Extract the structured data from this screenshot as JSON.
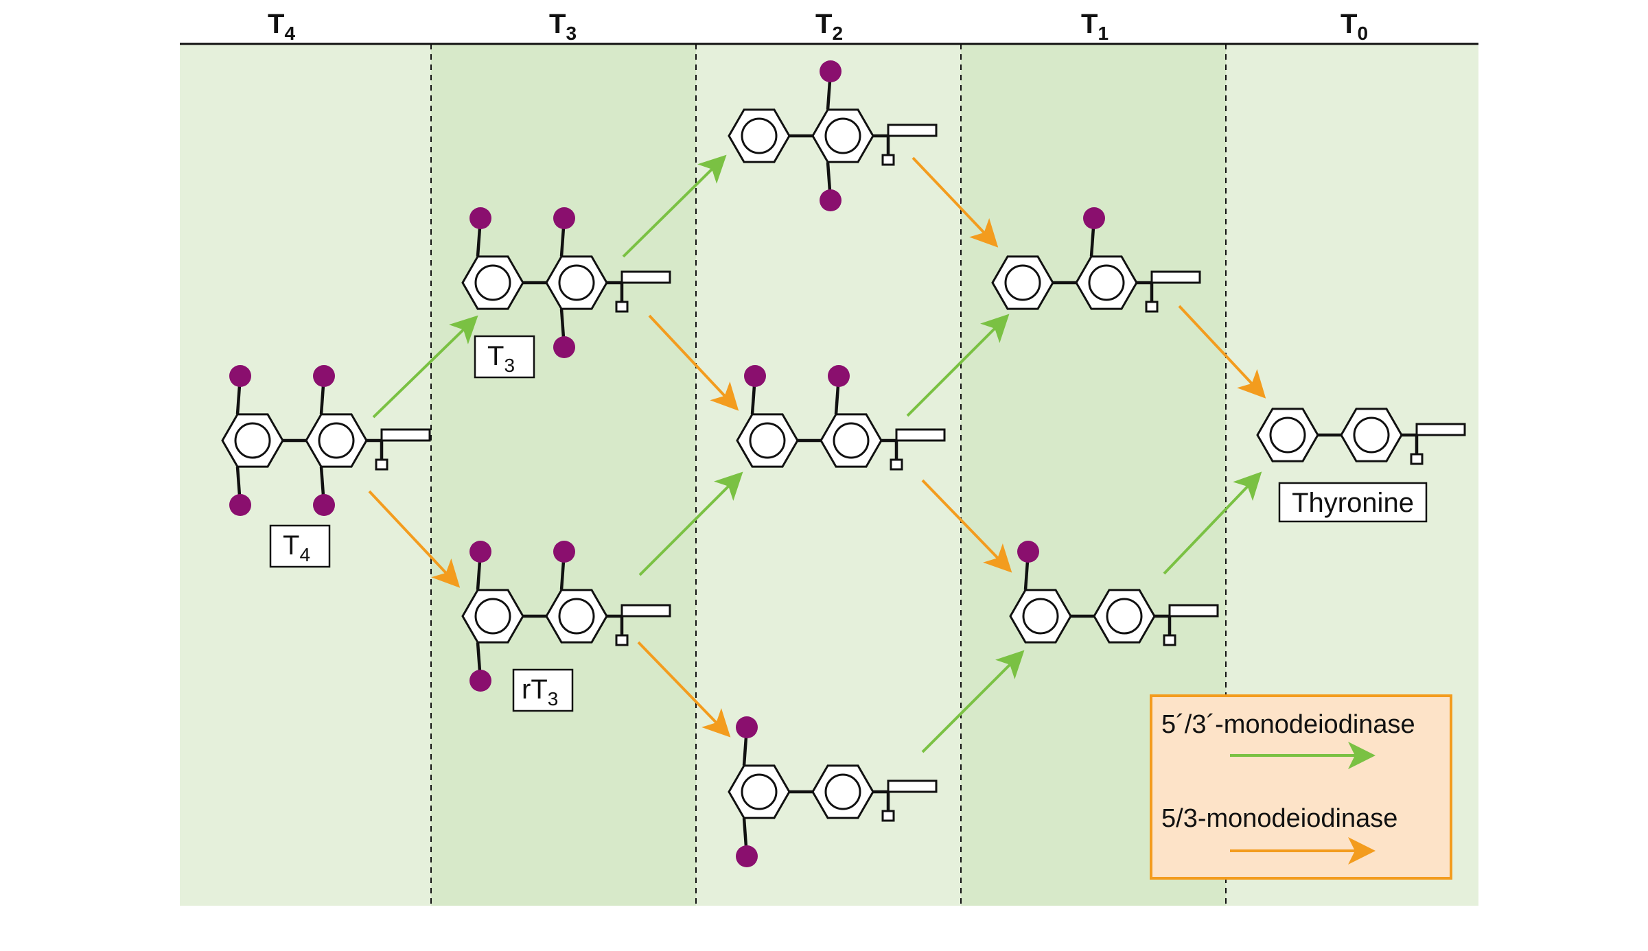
{
  "columns": [
    {
      "main": "T",
      "sub": "4"
    },
    {
      "main": "T",
      "sub": "3"
    },
    {
      "main": "T",
      "sub": "2"
    },
    {
      "main": "T",
      "sub": "1"
    },
    {
      "main": "T",
      "sub": "0"
    }
  ],
  "molecules": [
    {
      "id": "t4",
      "iodines": [
        "a_top",
        "a_bottom",
        "b_top",
        "b_bottom"
      ],
      "label_main": "T",
      "label_sub": "4"
    },
    {
      "id": "t3",
      "iodines": [
        "a_top",
        "b_top",
        "b_bottom"
      ],
      "label_main": "T",
      "label_sub": "3"
    },
    {
      "id": "rt3",
      "iodines": [
        "a_top",
        "a_bottom",
        "b_top"
      ],
      "label_main": "rT",
      "label_sub": "3"
    },
    {
      "id": "t2_top",
      "iodines": [
        "b_top",
        "b_bottom"
      ]
    },
    {
      "id": "t2_mid",
      "iodines": [
        "a_top",
        "b_top"
      ]
    },
    {
      "id": "t2_bottom",
      "iodines": [
        "a_top",
        "a_bottom"
      ]
    },
    {
      "id": "t1_top",
      "iodines": [
        "b_top"
      ]
    },
    {
      "id": "t1_bottom",
      "iodines": [
        "a_top"
      ]
    },
    {
      "id": "thyronine",
      "iodines": [],
      "label_main": "Thyronine",
      "label_sub": ""
    }
  ],
  "arrows": [
    {
      "from": "t4",
      "to": "t3",
      "enzyme": "outer"
    },
    {
      "from": "t4",
      "to": "rt3",
      "enzyme": "inner"
    },
    {
      "from": "t3",
      "to": "t2_top",
      "enzyme": "outer"
    },
    {
      "from": "t3",
      "to": "t2_mid",
      "enzyme": "inner"
    },
    {
      "from": "rt3",
      "to": "t2_mid",
      "enzyme": "outer"
    },
    {
      "from": "rt3",
      "to": "t2_bottom",
      "enzyme": "inner"
    },
    {
      "from": "t2_top",
      "to": "t1_top",
      "enzyme": "inner"
    },
    {
      "from": "t2_mid",
      "to": "t1_top",
      "enzyme": "outer"
    },
    {
      "from": "t2_mid",
      "to": "t1_bottom",
      "enzyme": "inner"
    },
    {
      "from": "t2_bottom",
      "to": "t1_bottom",
      "enzyme": "outer"
    },
    {
      "from": "t1_top",
      "to": "thyronine",
      "enzyme": "inner"
    },
    {
      "from": "t1_bottom",
      "to": "thyronine",
      "enzyme": "outer"
    }
  ],
  "legend": {
    "outer_label": "5´/3´-monodeiodinase",
    "inner_label": "5/3-monodeiodinase"
  },
  "colors": {
    "band_light": "#e5f0db",
    "band_dark": "#d7e9c9",
    "iodine": "#8a0f6e",
    "outer_arrow": "#7ac143",
    "inner_arrow": "#f39c1e",
    "legend_fill": "#fde3c8",
    "legend_border": "#f39c1e"
  }
}
